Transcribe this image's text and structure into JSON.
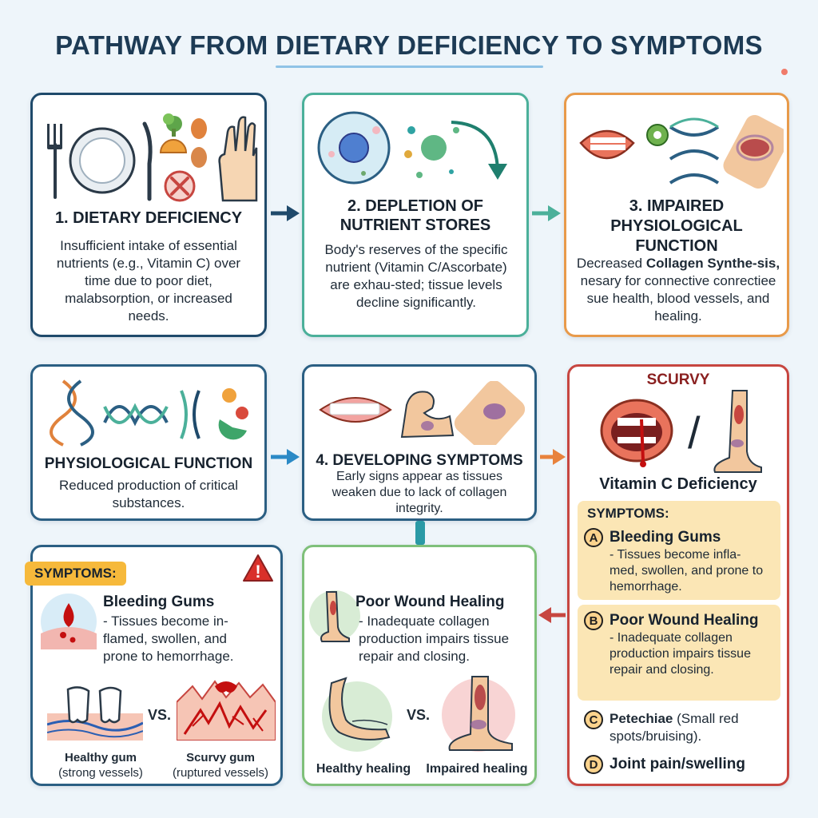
{
  "title": "PATHWAY FROM DIETARY DEFICIENCY TO SYMPTOMS",
  "step1": {
    "heading": "1. DIETARY DEFICIENCY",
    "text": "Insufficient intake of essential nutrients (e.g., Vitamin C) over time due to poor diet, malabsorption, or increased needs."
  },
  "step2": {
    "heading_l1": "2. DEPLETION OF",
    "heading_l2": "NUTRIENT STORES",
    "text": "Body's reserves of the specific nutrient (Vitamin C/Ascorbate) are exhau-sted; tissue levels decline significantly."
  },
  "step3": {
    "heading_l1": "3. IMPAIRED",
    "heading_l2": "PHYSIOLOGICAL",
    "heading_l3": "FUNCTION",
    "text_pre": "Decreased ",
    "text_bold": "Collagen Synthe-sis,",
    "text_post": " nesary for connective conrectiee sue health, blood vessels, and healing."
  },
  "physio": {
    "heading": "PHYSIOLOGICAL FUNCTION",
    "text": "Reduced production of critical substances."
  },
  "step4": {
    "heading": "4. DEVELOPING SYMPTOMS",
    "text": "Early signs appear as tissues weaken due to lack of collagen integrity."
  },
  "scurvy": {
    "label": "SCURVY",
    "slash": "/",
    "subtitle": "Vitamin C Deficiency",
    "symptoms_label": "SYMPTOMS:",
    "items": [
      {
        "badge": "A",
        "title": "Bleeding Gums",
        "text": "- Tissues become infla-med, swollen, and prone to hemorrhage."
      },
      {
        "badge": "B",
        "title": "Poor Wound Healing",
        "text": "- Inadequate collagen production impairs tissue repair and closing."
      },
      {
        "badge": "C",
        "title": "Petechiae",
        "text": " (Small red spots/bruising)."
      },
      {
        "badge": "D",
        "title": "Joint pain/swelling",
        "text": ""
      }
    ]
  },
  "left_symptoms": {
    "label": "SYMPTOMS:",
    "warning": "!",
    "bleeding_title": "Bleeding Gums",
    "bleeding_text": "- Tissues become in-flamed, swollen, and prone to hemorrhage.",
    "vs": "VS.",
    "healthy_l1": "Healthy gum",
    "healthy_l2": "(strong vessels)",
    "scurvy_l1": "Scurvy gum",
    "scurvy_l2": "(ruptured vessels)"
  },
  "wound": {
    "title": "Poor Wound Healing",
    "text": "- Inadequate collagen production impairs tissue repair and closing.",
    "vs": "VS.",
    "healthy": "Healthy healing",
    "impaired": "Impaired healing"
  },
  "colors": {
    "navy": "#1f4a6b",
    "teal": "#4bb09a",
    "orange": "#e89a4a",
    "red": "#c74640",
    "green": "#7fc07a",
    "symptom_fill": "#fbe6b5"
  }
}
